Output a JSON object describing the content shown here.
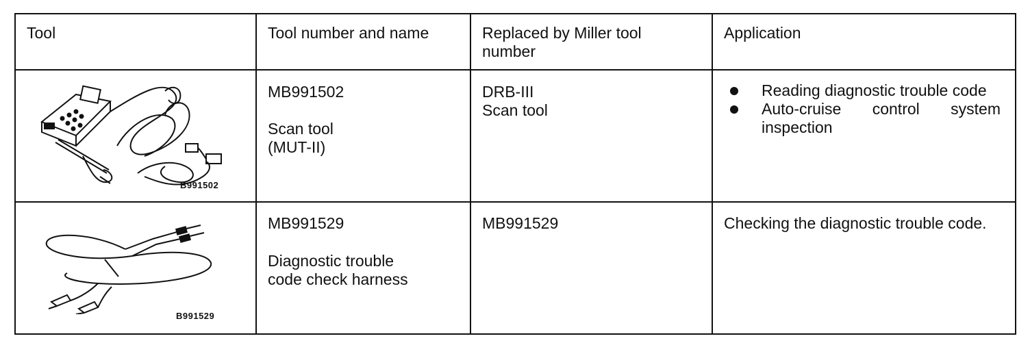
{
  "headers": {
    "tool": "Tool",
    "number_name": "Tool number and name",
    "replaced": "Replaced by Miller tool number",
    "application": "Application"
  },
  "rows": [
    {
      "caption": "B991502",
      "tool_number": "MB991502",
      "tool_name_1": "Scan tool",
      "tool_name_2": "(MUT-II)",
      "replaced_1": "DRB-III",
      "replaced_2": "Scan tool",
      "application_items": [
        "Reading diagnostic trouble code",
        "Auto-cruise control system inspection"
      ]
    },
    {
      "caption": "B991529",
      "tool_number": "MB991529",
      "tool_name_1": "Diagnostic trouble",
      "tool_name_2": "code check harness",
      "replaced_1": "MB991529",
      "application": "Checking the diagnostic trouble code."
    }
  ]
}
